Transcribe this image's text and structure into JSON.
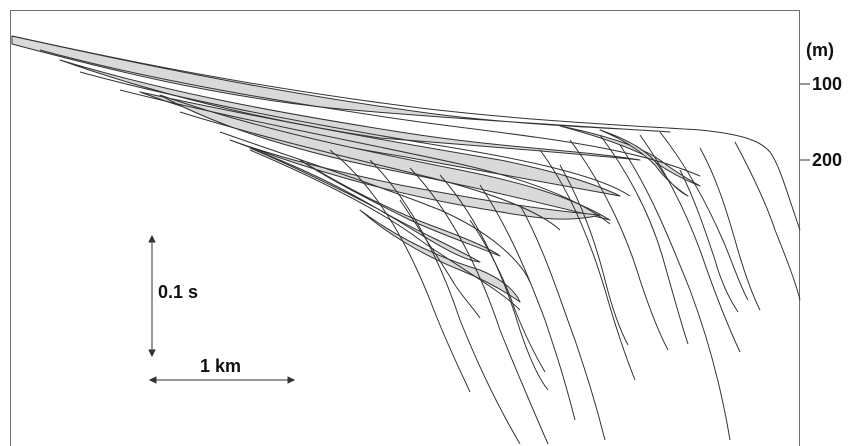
{
  "depth_axis": {
    "unit": "(m)",
    "ticks": [
      {
        "label": "100"
      },
      {
        "label": "200"
      }
    ]
  },
  "scale_bars": {
    "vertical": "0.1 s",
    "horizontal": "1 km"
  },
  "colors": {
    "clinoform_fill": "#d9d9d9",
    "line": "#333333"
  }
}
